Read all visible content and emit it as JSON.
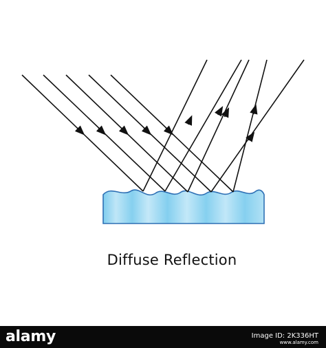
{
  "diagram": {
    "caption": "Diffuse Reflection"
  },
  "colors": {
    "ray": "#111111",
    "surface_fill_light": "#bfe6f7",
    "surface_fill_mid": "#7dcdee",
    "surface_stroke": "#2d6fb4"
  },
  "footer": {
    "brand": "alamy",
    "image_id": "Image ID: 2K336HT",
    "url": "www.alamy.com"
  }
}
